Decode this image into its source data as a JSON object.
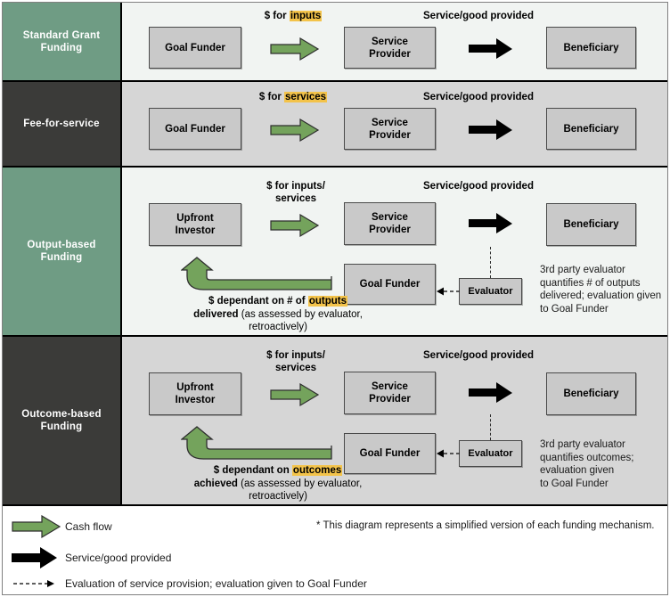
{
  "diagram": {
    "colors": {
      "accent_green": "#6f9c84",
      "accent_dark": "#3b3b39",
      "cash_flow_arrow": "#74a35c",
      "service_arrow": "#000000",
      "highlight": "#f3c34a",
      "node_fill": "#c9c9c9",
      "row_bg_light": "#f1f4f2",
      "row_bg_grey": "#d6d6d6"
    },
    "rows": [
      {
        "id": "standard-grant-funding",
        "label": "Standard Grant\nFunding",
        "label_line1": "Standard Grant",
        "label_line2": "Funding",
        "label_style": "green",
        "body_style": "light",
        "cash_caption_prefix": "$ for ",
        "cash_caption_highlight": "inputs",
        "service_caption": "Service/good provided",
        "nodes": [
          {
            "id": "goal-funder",
            "label": "Goal Funder"
          },
          {
            "id": "service-provider",
            "label_line1": "Service",
            "label_line2": "Provider"
          },
          {
            "id": "beneficiary",
            "label": "Beneficiary"
          }
        ]
      },
      {
        "id": "fee-for-service",
        "label": "Fee-for-service",
        "label_line1": "Fee-for-service",
        "label_line2": "",
        "label_style": "dark",
        "body_style": "grey",
        "cash_caption_prefix": "$ for ",
        "cash_caption_highlight": "services",
        "service_caption": "Service/good provided",
        "nodes": [
          {
            "id": "goal-funder",
            "label": "Goal Funder"
          },
          {
            "id": "service-provider",
            "label_line1": "Service",
            "label_line2": "Provider"
          },
          {
            "id": "beneficiary",
            "label": "Beneficiary"
          }
        ]
      },
      {
        "id": "output-based-funding",
        "label": "Output-based\nFunding",
        "label_line1": "Output-based",
        "label_line2": "Funding",
        "label_style": "green",
        "body_style": "light",
        "cash_caption_line1": "$ for inputs/",
        "cash_caption_line2": "services",
        "service_caption": "Service/good provided",
        "backflow_bold": "$ dependant on # of ",
        "backflow_highlight": "outputs",
        "backflow_bold2": "delivered ",
        "backflow_rest": "(as assessed by evaluator, retroactively)",
        "evaluator_note_line1": "3rd party evaluator",
        "evaluator_note_line2": "quantifies # of outputs",
        "evaluator_note_line3": "delivered; evaluation given",
        "evaluator_note_line4": "to Goal Funder",
        "nodes": [
          {
            "id": "upfront-investor",
            "label_line1": "Upfront",
            "label_line2": "Investor"
          },
          {
            "id": "service-provider",
            "label_line1": "Service",
            "label_line2": "Provider"
          },
          {
            "id": "beneficiary",
            "label": "Beneficiary"
          },
          {
            "id": "goal-funder",
            "label": "Goal Funder"
          },
          {
            "id": "evaluator",
            "label": "Evaluator"
          }
        ]
      },
      {
        "id": "outcome-based-funding",
        "label": "Outcome-based\nFunding",
        "label_line1": "Outcome-based",
        "label_line2": "Funding",
        "label_style": "dark",
        "body_style": "grey",
        "cash_caption_line1": "$ for inputs/",
        "cash_caption_line2": "services",
        "service_caption": "Service/good provided",
        "backflow_bold": "$ dependant on ",
        "backflow_highlight": "outcomes",
        "backflow_bold2": "achieved ",
        "backflow_rest": "(as assessed by evaluator, retroactively)",
        "evaluator_note_line1": "3rd party evaluator",
        "evaluator_note_line2": "quantifies outcomes;",
        "evaluator_note_line3": "evaluation given",
        "evaluator_note_line4": "to Goal Funder",
        "nodes": [
          {
            "id": "upfront-investor",
            "label_line1": "Upfront",
            "label_line2": "Investor"
          },
          {
            "id": "service-provider",
            "label_line1": "Service",
            "label_line2": "Provider"
          },
          {
            "id": "beneficiary",
            "label": "Beneficiary"
          },
          {
            "id": "goal-funder",
            "label": "Goal Funder"
          },
          {
            "id": "evaluator",
            "label": "Evaluator"
          }
        ]
      }
    ],
    "legend": {
      "items": [
        {
          "icon": "green-arrow-icon",
          "label": "Cash flow"
        },
        {
          "icon": "black-arrow-icon",
          "label": "Service/good provided"
        },
        {
          "icon": "dashed-arrow-icon",
          "label": "Evaluation of service provision; evaluation given to Goal Funder"
        }
      ],
      "footnote": "* This diagram represents a simplified version of each funding mechanism."
    }
  }
}
